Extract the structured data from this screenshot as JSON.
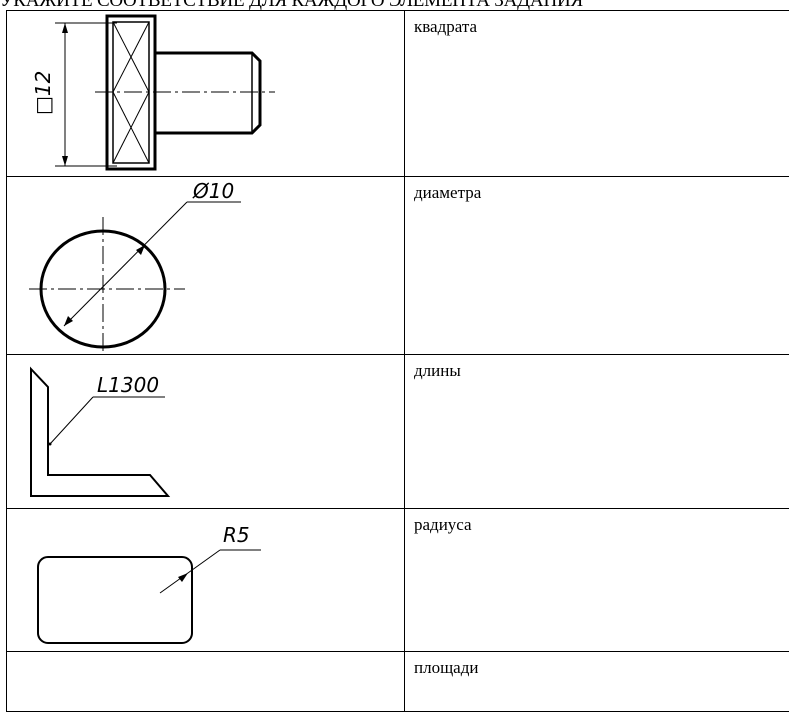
{
  "heading": "УКАЖИТЕ СООТВЕТСТВИЕ ДЛЯ КАЖДОГО ЭЛЕМЕНТА ЗАДАНИЯ",
  "rows": [
    {
      "dimension_label": "□12",
      "term": "квадрата"
    },
    {
      "dimension_label": "Ø10",
      "term": "диаметра"
    },
    {
      "dimension_label": "L1300",
      "term": "длины"
    },
    {
      "dimension_label": "R5",
      "term": "радиуса"
    },
    {
      "dimension_label": "",
      "term": "площади"
    }
  ]
}
